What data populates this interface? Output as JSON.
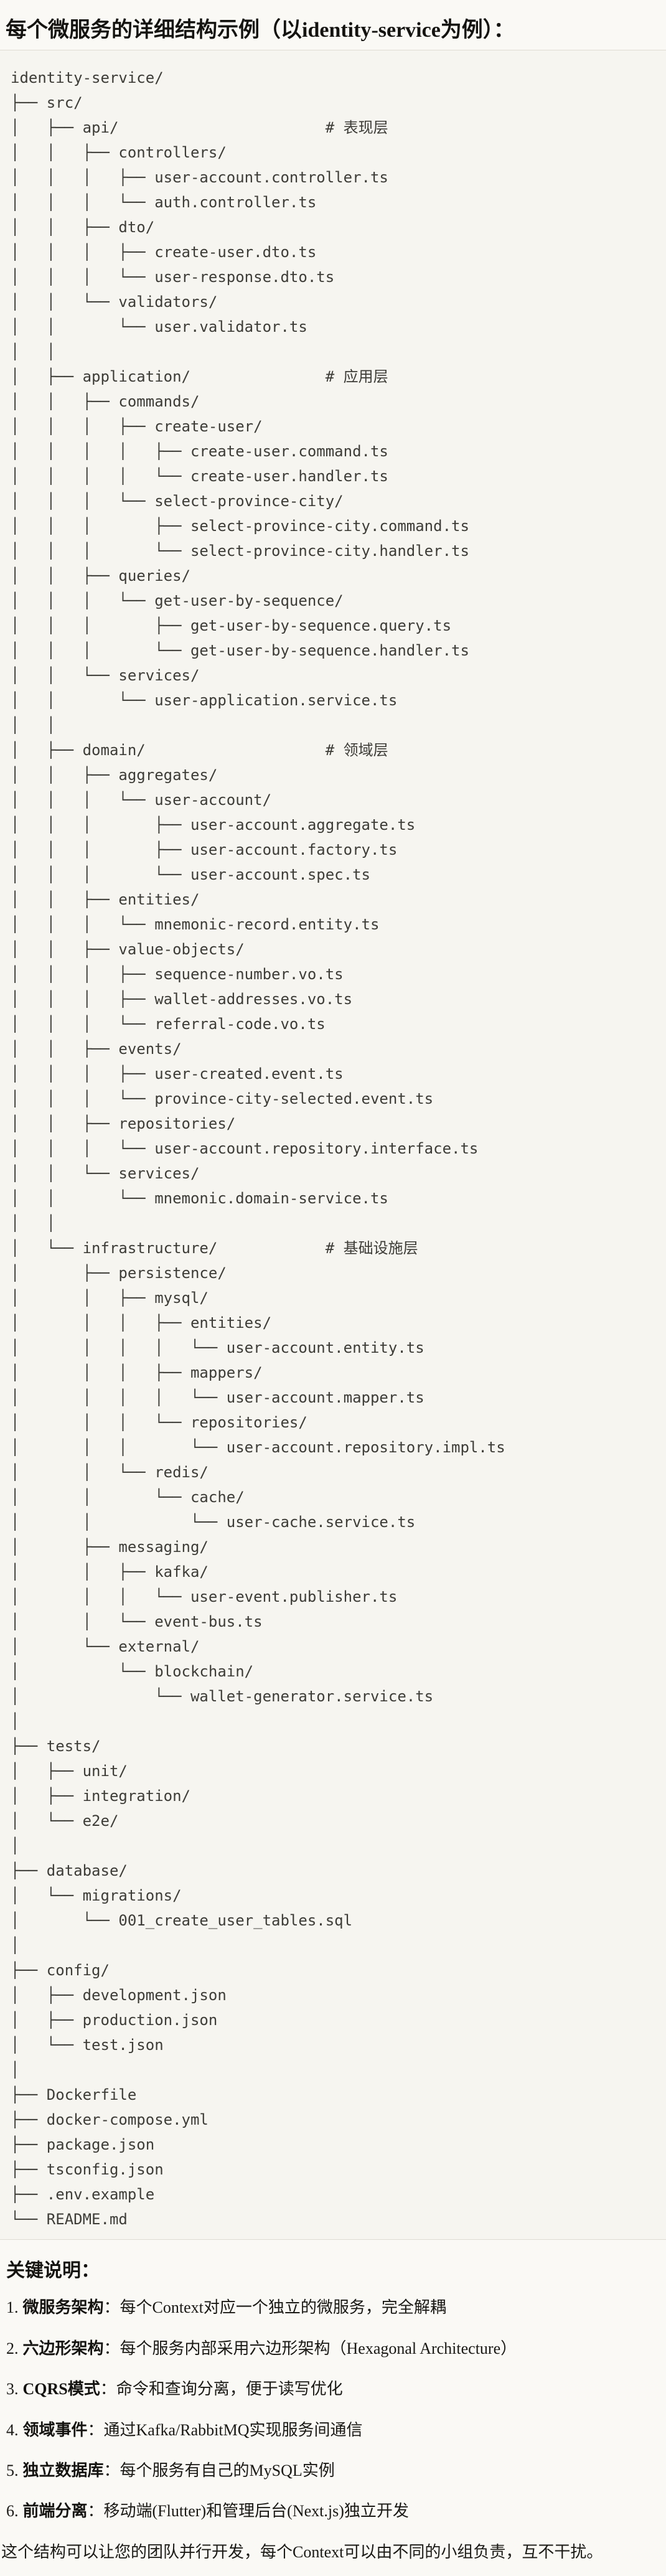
{
  "page": {
    "title": "每个微服务的详细结构示例（以identity-service为例）：",
    "notes_heading": "关键说明：",
    "closing": "这个结构可以让您的团队并行开发，每个Context可以由不同的小组负责，互不干扰。"
  },
  "tree": {
    "root": "identity-service/",
    "layer_comments": [
      "# 表现层",
      "# 应用层",
      "# 领域层",
      "# 基础设施层"
    ],
    "lines": [
      "identity-service/",
      "├── src/",
      "│   ├── api/                       # 表现层",
      "│   │   ├── controllers/",
      "│   │   │   ├── user-account.controller.ts",
      "│   │   │   └── auth.controller.ts",
      "│   │   ├── dto/",
      "│   │   │   ├── create-user.dto.ts",
      "│   │   │   └── user-response.dto.ts",
      "│   │   └── validators/",
      "│   │       └── user.validator.ts",
      "│   │",
      "│   ├── application/               # 应用层",
      "│   │   ├── commands/",
      "│   │   │   ├── create-user/",
      "│   │   │   │   ├── create-user.command.ts",
      "│   │   │   │   └── create-user.handler.ts",
      "│   │   │   └── select-province-city/",
      "│   │   │       ├── select-province-city.command.ts",
      "│   │   │       └── select-province-city.handler.ts",
      "│   │   ├── queries/",
      "│   │   │   └── get-user-by-sequence/",
      "│   │   │       ├── get-user-by-sequence.query.ts",
      "│   │   │       └── get-user-by-sequence.handler.ts",
      "│   │   └── services/",
      "│   │       └── user-application.service.ts",
      "│   │",
      "│   ├── domain/                    # 领域层",
      "│   │   ├── aggregates/",
      "│   │   │   └── user-account/",
      "│   │   │       ├── user-account.aggregate.ts",
      "│   │   │       ├── user-account.factory.ts",
      "│   │   │       └── user-account.spec.ts",
      "│   │   ├── entities/",
      "│   │   │   └── mnemonic-record.entity.ts",
      "│   │   ├── value-objects/",
      "│   │   │   ├── sequence-number.vo.ts",
      "│   │   │   ├── wallet-addresses.vo.ts",
      "│   │   │   └── referral-code.vo.ts",
      "│   │   ├── events/",
      "│   │   │   ├── user-created.event.ts",
      "│   │   │   └── province-city-selected.event.ts",
      "│   │   ├── repositories/",
      "│   │   │   └── user-account.repository.interface.ts",
      "│   │   └── services/",
      "│   │       └── mnemonic.domain-service.ts",
      "│   │",
      "│   └── infrastructure/            # 基础设施层",
      "│       ├── persistence/",
      "│       │   ├── mysql/",
      "│       │   │   ├── entities/",
      "│       │   │   │   └── user-account.entity.ts",
      "│       │   │   ├── mappers/",
      "│       │   │   │   └── user-account.mapper.ts",
      "│       │   │   └── repositories/",
      "│       │   │       └── user-account.repository.impl.ts",
      "│       │   └── redis/",
      "│       │       └── cache/",
      "│       │           └── user-cache.service.ts",
      "│       ├── messaging/",
      "│       │   ├── kafka/",
      "│       │   │   └── user-event.publisher.ts",
      "│       │   └── event-bus.ts",
      "│       └── external/",
      "│           └── blockchain/",
      "│               └── wallet-generator.service.ts",
      "│",
      "├── tests/",
      "│   ├── unit/",
      "│   ├── integration/",
      "│   └── e2e/",
      "│",
      "├── database/",
      "│   └── migrations/",
      "│       └── 001_create_user_tables.sql",
      "│",
      "├── config/",
      "│   ├── development.json",
      "│   ├── production.json",
      "│   └── test.json",
      "│",
      "├── Dockerfile",
      "├── docker-compose.yml",
      "├── package.json",
      "├── tsconfig.json",
      "├── .env.example",
      "└── README.md"
    ]
  },
  "notes": {
    "items": [
      {
        "num": "1.",
        "label": "微服务架构",
        "text": "：每个Context对应一个独立的微服务，完全解耦"
      },
      {
        "num": "2.",
        "label": "六边形架构",
        "text": "：每个服务内部采用六边形架构（Hexagonal Architecture）"
      },
      {
        "num": "3.",
        "label": "CQRS模式",
        "text": "：命令和查询分离，便于读写优化"
      },
      {
        "num": "4.",
        "label": "领域事件",
        "text": "：通过Kafka/RabbitMQ实现服务间通信"
      },
      {
        "num": "5.",
        "label": "独立数据库",
        "text": "：每个服务有自己的MySQL实例"
      },
      {
        "num": "6.",
        "label": "前端分离",
        "text": "：移动端(Flutter)和管理后台(Next.js)独立开发"
      }
    ]
  }
}
